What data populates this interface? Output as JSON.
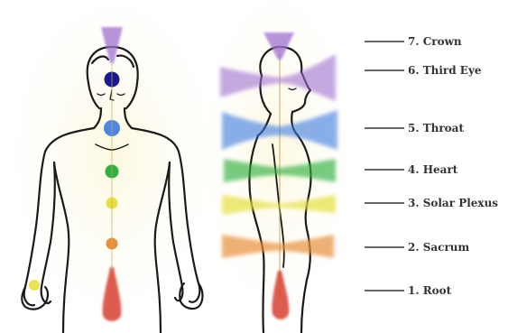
{
  "diagram": {
    "labels": [
      {
        "id": "crown",
        "text": "7. Crown"
      },
      {
        "id": "third-eye",
        "text": "6. Third Eye"
      },
      {
        "id": "throat",
        "text": "5. Throat"
      },
      {
        "id": "heart",
        "text": "4. Heart"
      },
      {
        "id": "solar-plexus",
        "text": "3. Solar Plexus"
      },
      {
        "id": "sacrum",
        "text": "2. Sacrum"
      },
      {
        "id": "root",
        "text": "1. Root"
      }
    ],
    "colors": {
      "crown": "#a070d0",
      "third_eye": "#1a1a90",
      "throat": "#3a7ae0",
      "heart": "#30b040",
      "solar_plexus": "#e8e040",
      "sacrum": "#e8903a",
      "root": "#d84030",
      "line": "#222222",
      "halo": "#fbf7d8"
    }
  }
}
